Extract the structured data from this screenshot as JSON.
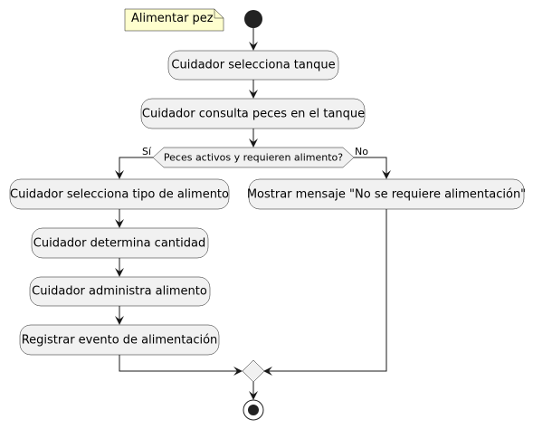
{
  "diagram": {
    "note": "Alimentar pez",
    "activities": {
      "select_tank": "Cuidador selecciona tanque",
      "check_fish": "Cuidador consulta peces en el tanque",
      "select_food": "Cuidador selecciona tipo de alimento",
      "determine_amount": "Cuidador determina cantidad",
      "administer_food": "Cuidador administra alimento",
      "register_event": "Registrar evento de alimentación",
      "show_message": "Mostrar mensaje \"No se requiere alimentación\""
    },
    "decision": {
      "question": "Peces activos y requieren alimento?",
      "yes_label": "Sí",
      "no_label": "No"
    }
  },
  "colors": {
    "activity_fill": "#f1f1f1",
    "border": "#181818",
    "note_fill": "#fefece",
    "background": "#ffffff"
  }
}
